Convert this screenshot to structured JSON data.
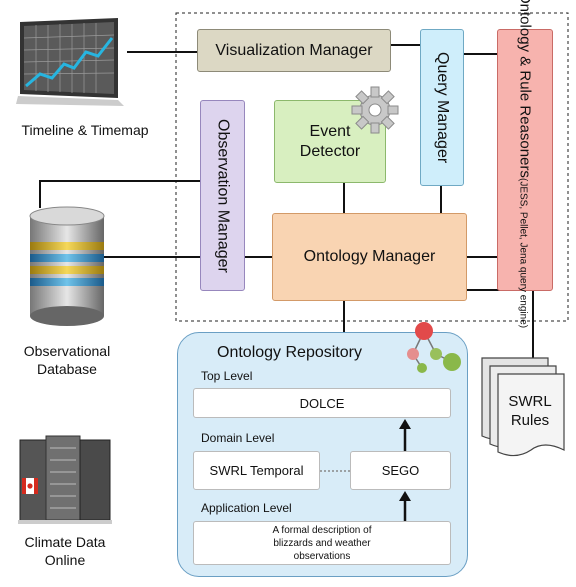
{
  "components": {
    "visualization_manager": "Visualization Manager",
    "query_manager": "Query Manager",
    "reasoners_title": "Ontology & Rule Reasoners",
    "reasoners_sub": "(JESS, Pellet, Jena query engine)",
    "observation_manager": "Observation Manager",
    "event_detector": "Event Detector",
    "ontology_manager": "Ontology Manager"
  },
  "external": {
    "timeline": "Timeline & Timemap",
    "obs_db": "Observational Database",
    "climate": "Climate Data Online",
    "swrl_rules": "SWRL Rules"
  },
  "repository": {
    "title": "Ontology Repository",
    "top_level": "Top Level",
    "dolce": "DOLCE",
    "domain_level": "Domain Level",
    "swrl_temporal": "SWRL Temporal",
    "sego": "SEGO",
    "application_level": "Application Level",
    "app_desc": "A formal description of blizzards and weather observations"
  },
  "colors": {
    "visualization": "#dcd8c4",
    "query": "#cfeefb",
    "reasoners": "#f7b3ae",
    "observation": "#ddd4ee",
    "event": "#d8efc0",
    "ontology_manager": "#f9d4b2",
    "repository": "#d8ecf8"
  }
}
